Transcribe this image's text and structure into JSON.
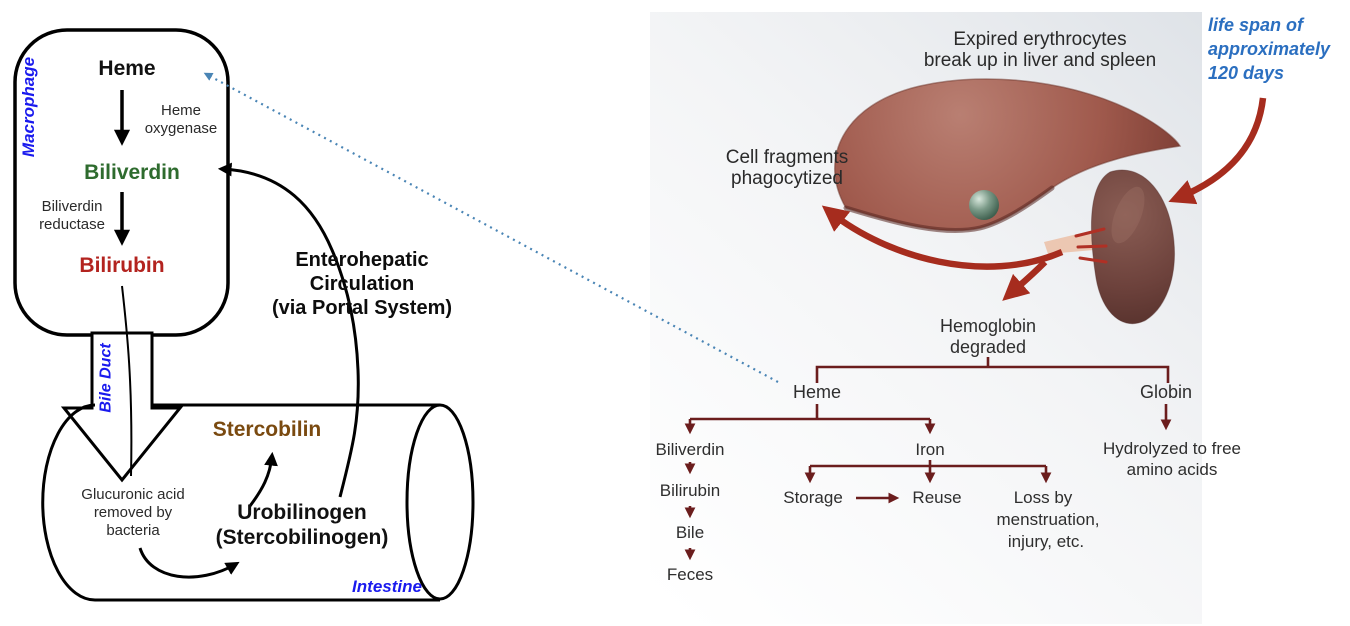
{
  "left_diagram": {
    "macrophage_label": "Macrophage",
    "heme": "Heme",
    "heme_oxygenase_line1": "Heme",
    "heme_oxygenase_line2": "oxygenase",
    "biliverdin": "Biliverdin",
    "biliverdin_reductase_line1": "Biliverdin",
    "biliverdin_reductase_line2": "reductase",
    "bilirubin": "Bilirubin",
    "bile_duct_label": "Bile Duct",
    "enterohepatic_line1": "Enterohepatic",
    "enterohepatic_line2": "Circulation",
    "enterohepatic_line3": "(via Portal System)",
    "stercobilin": "Stercobilin",
    "urobilinogen_line1": "Urobilinogen",
    "urobilinogen_line2": "(Stercobilinogen)",
    "glucuronic_line1": "Glucuronic acid",
    "glucuronic_line2": "removed by",
    "glucuronic_line3": "bacteria",
    "intestine_label": "Intestine"
  },
  "right_diagram": {
    "expired_line1": "Expired erythrocytes",
    "expired_line2": "break up in liver and spleen",
    "lifespan_line1": "life span of",
    "lifespan_line2": "approximately",
    "lifespan_line3": "120 days",
    "cell_fragments_line1": "Cell fragments",
    "cell_fragments_line2": "phagocytized",
    "hemoglobin_line1": "Hemoglobin",
    "hemoglobin_line2": "degraded",
    "tree": {
      "heme": "Heme",
      "globin": "Globin",
      "biliverdin": "Biliverdin",
      "iron": "Iron",
      "hydrolyzed_line1": "Hydrolyzed to free",
      "hydrolyzed_line2": "amino acids",
      "bilirubin": "Bilirubin",
      "storage": "Storage",
      "reuse": "Reuse",
      "loss_line1": "Loss by",
      "loss_line2": "menstruation,",
      "loss_line3": "injury, etc.",
      "bile": "Bile",
      "feces": "Feces"
    }
  },
  "colors": {
    "macrophage_blue": "#1a1aee",
    "biliverdin_green": "#2e6b2e",
    "bilirubin_red": "#b3231f",
    "stercobilin_brown": "#7a4a10",
    "intestine_blue": "#1a1aee",
    "lifespan_blue": "#2b6fc0",
    "tree_line_maroon": "#6b1d1d",
    "red_arrow": "#a62c1e",
    "dotted_connector_blue": "#4a85b5"
  }
}
